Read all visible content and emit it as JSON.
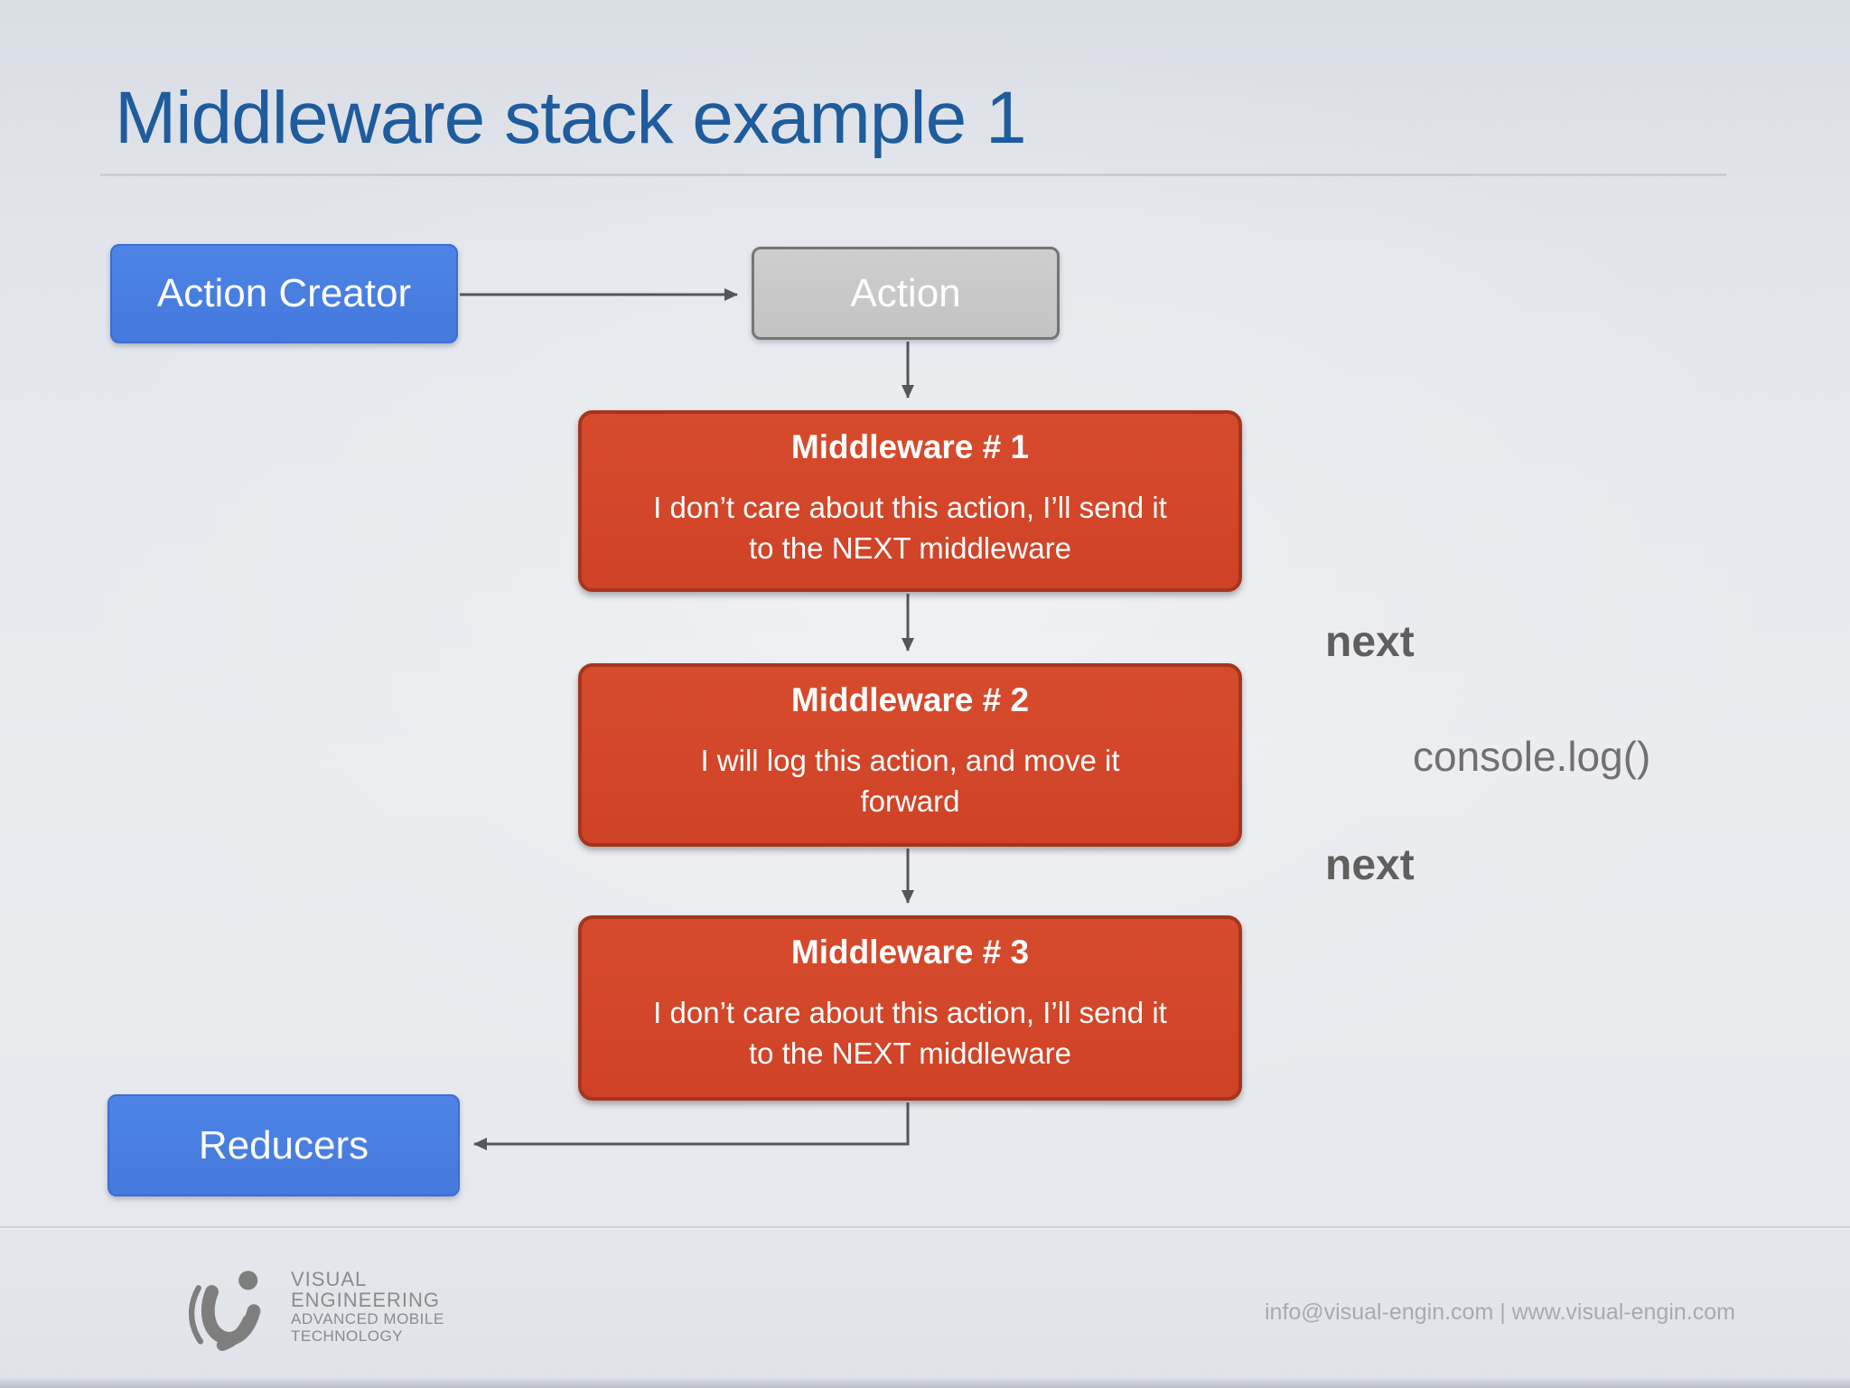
{
  "title": "Middleware stack example 1",
  "nodes": {
    "action_creator": {
      "label": "Action Creator"
    },
    "action": {
      "label": "Action"
    },
    "middleware1": {
      "title": "Middleware # 1",
      "body_line1": "I don’t care about this action, I’ll send it",
      "body_line2": "to the NEXT middleware"
    },
    "middleware2": {
      "title": "Middleware # 2",
      "body_line1": "I will log this action, and move it",
      "body_line2": "forward"
    },
    "middleware3": {
      "title": "Middleware # 3",
      "body_line1": "I don’t care about this action, I’ll send it",
      "body_line2": "to the NEXT middleware"
    },
    "reducers": {
      "label": "Reducers"
    }
  },
  "annotations": {
    "next1": "next",
    "console_log": "console.log()",
    "next2": "next"
  },
  "footer": {
    "logo_line1": "VISUAL",
    "logo_line2": "ENGINEERING",
    "logo_line3": "ADVANCED MOBILE",
    "logo_line4": "TECHNOLOGY",
    "contact": "info@visual-engin.com | www.visual-engin.com"
  },
  "colors": {
    "title_blue": "#1e5c9d",
    "node_blue": "#4a80e2",
    "node_red": "#d4482b",
    "node_red_border": "#a5351e",
    "node_gray": "#c8c8c8",
    "arrow_gray": "#53565a",
    "annotation_gray": "#5f5f5f",
    "footer_text_gray": "#a8aaad"
  }
}
